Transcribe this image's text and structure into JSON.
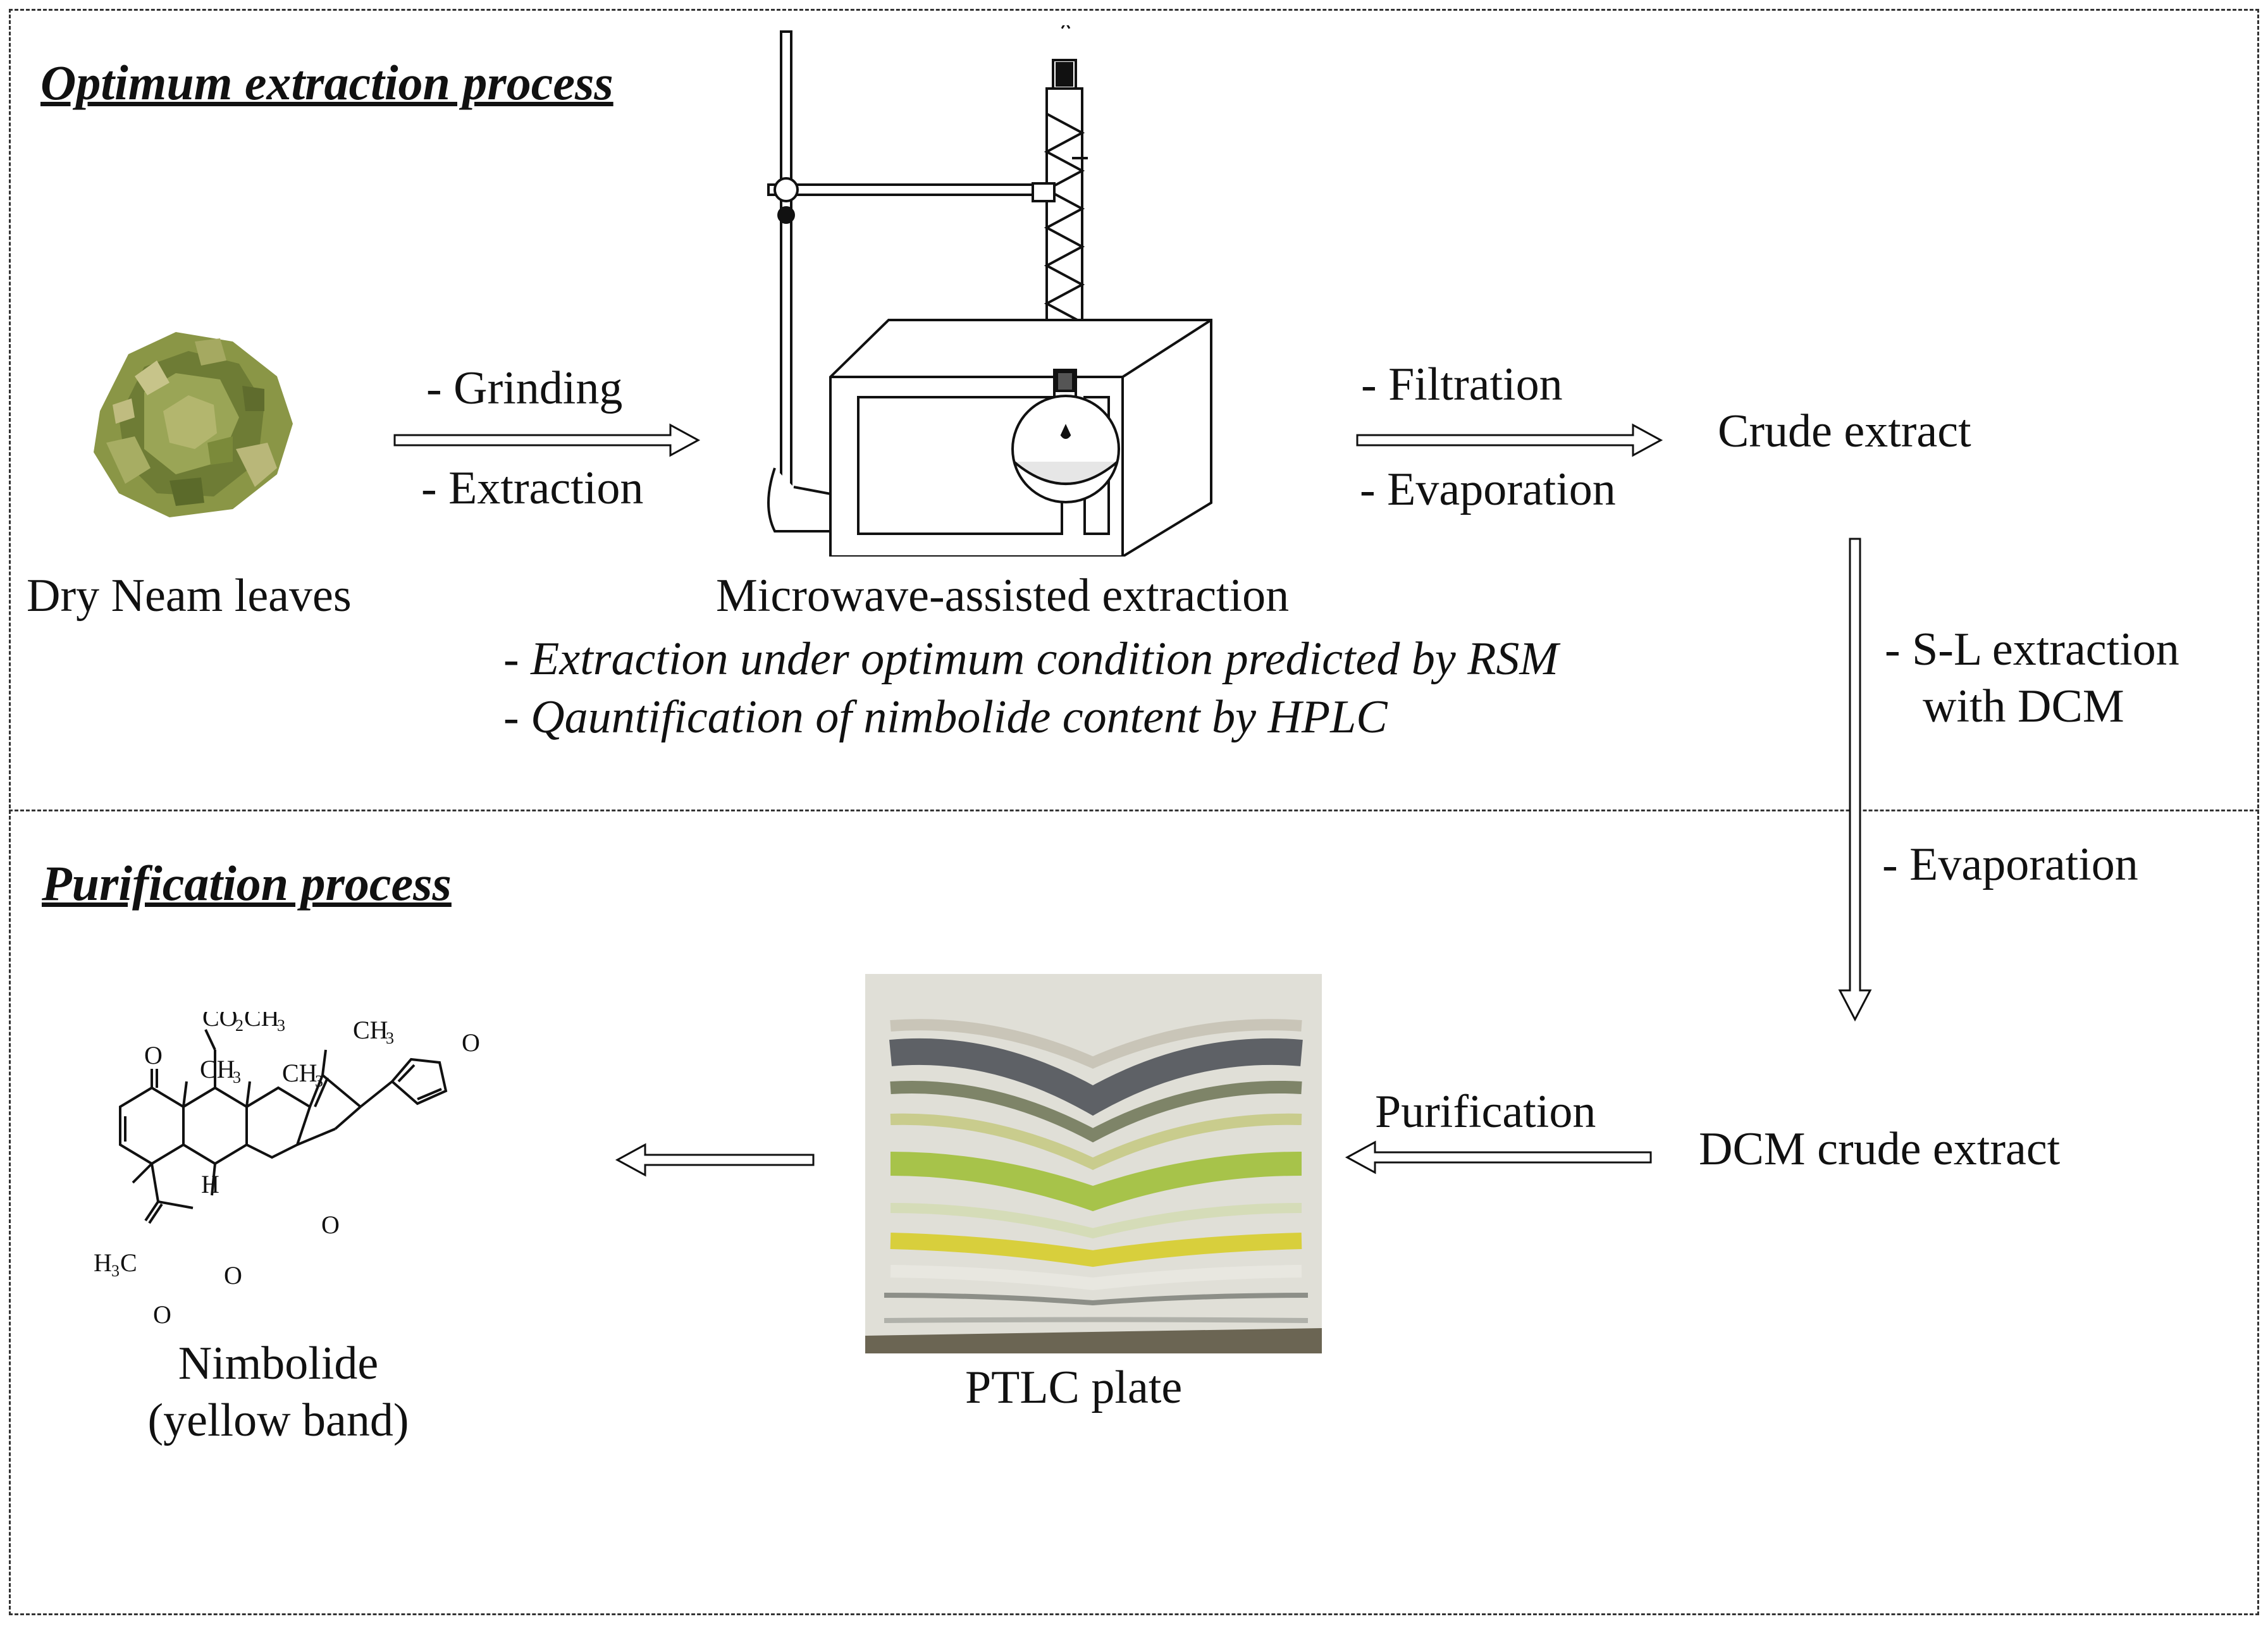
{
  "sections": {
    "top_title": "Optimum extraction process",
    "bottom_title": "Purification process"
  },
  "items": {
    "leaves_label": "Dry Neam leaves",
    "microwave_label": "Microwave-assisted extraction",
    "crude_extract": "Crude extract",
    "dcm_crude_extract": "DCM crude extract",
    "ptlc_label": "PTLC plate",
    "product_name": "Nimbolide",
    "product_note": "(yellow band)"
  },
  "steps": {
    "grinding": "- Grinding",
    "extraction": "- Extraction",
    "filtration": "- Filtration",
    "evaporation1": "- Evaporation",
    "sl_extraction_line1": "- S-L extraction",
    "sl_extraction_line2": "with DCM",
    "evaporation2": "- Evaporation",
    "purification": "Purification"
  },
  "notes": {
    "line1": "- Extraction under optimum condition predicted by RSM",
    "line2": "- Qauntification of nimbolide content by HPLC"
  },
  "structure": {
    "o_furan": "O",
    "co2ch3_a": "CO",
    "co2ch3_b": "2",
    "co2ch3_c": "CH",
    "co2ch3_d": "3",
    "ch3_a": "CH",
    "ch3_a_sub": "3",
    "ch3_b": "CH",
    "ch3_b_sub": "3",
    "ch3_c": "CH",
    "ch3_c_sub": "3",
    "ketone_o": "O",
    "h": "H",
    "h3c_a": "H",
    "h3c_b": "3",
    "h3c_c": "C",
    "lactone_o": "O",
    "carbonyl_o": "O",
    "ether_o": "O"
  },
  "colors": {
    "leaves": "#7d8b3e",
    "band_gray": "#5e6166",
    "band_green": "#a7c34a",
    "band_yellow": "#d8cf3c",
    "plate_bg": "#dcdcd3"
  }
}
